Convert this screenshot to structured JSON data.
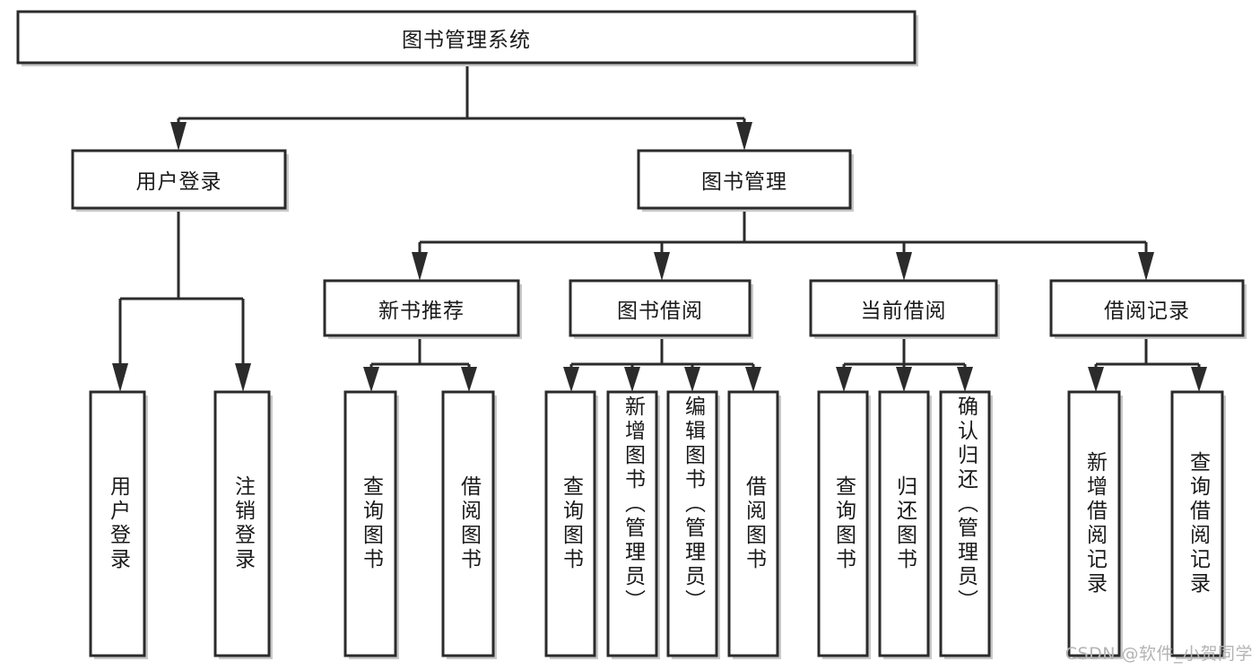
{
  "diagram": {
    "type": "tree-hierarchy-chart",
    "title": "图书管理系统",
    "root": {
      "id": "root",
      "label": "图书管理系统",
      "level": 0
    },
    "level1": [
      {
        "id": "user-login",
        "label": "用户登录"
      },
      {
        "id": "book-management",
        "label": "图书管理"
      }
    ],
    "level2": [
      {
        "id": "new-book-recommend",
        "label": "新书推荐",
        "parent": "book-management"
      },
      {
        "id": "book-borrow",
        "label": "图书借阅",
        "parent": "book-management"
      },
      {
        "id": "current-borrow",
        "label": "当前借阅",
        "parent": "book-management"
      },
      {
        "id": "borrow-record",
        "label": "借阅记录",
        "parent": "book-management"
      }
    ],
    "leaves": [
      {
        "id": "leaf-user-login",
        "label": "用户登录",
        "parent": "user-login"
      },
      {
        "id": "leaf-logout",
        "label": "注销登录",
        "parent": "user-login"
      },
      {
        "id": "leaf-query-book-1",
        "label": "查询图书",
        "parent": "new-book-recommend"
      },
      {
        "id": "leaf-borrow-book-1",
        "label": "借阅图书",
        "parent": "new-book-recommend"
      },
      {
        "id": "leaf-query-book-2",
        "label": "查询图书",
        "parent": "book-borrow"
      },
      {
        "id": "leaf-add-book",
        "label": "新增图书（管理员）",
        "parent": "book-borrow"
      },
      {
        "id": "leaf-edit-book",
        "label": "编辑图书（管理员）",
        "parent": "book-borrow"
      },
      {
        "id": "leaf-borrow-book-2",
        "label": "借阅图书",
        "parent": "book-borrow"
      },
      {
        "id": "leaf-query-book-3",
        "label": "查询图书",
        "parent": "current-borrow"
      },
      {
        "id": "leaf-return-book",
        "label": "归还图书",
        "parent": "current-borrow"
      },
      {
        "id": "leaf-confirm-return",
        "label": "确认归还（管理员）",
        "parent": "current-borrow"
      },
      {
        "id": "leaf-add-record",
        "label": "新增借阅记录",
        "parent": "borrow-record"
      },
      {
        "id": "leaf-query-record",
        "label": "查询借阅记录",
        "parent": "borrow-record"
      }
    ],
    "colors": {
      "box_stroke": "#2b2b2b",
      "box_fill": "#ffffff",
      "connector": "#2b2b2b",
      "text": "#1a1a1a",
      "background": "#ffffff",
      "watermark": "#b4b4b4"
    }
  },
  "watermark": {
    "text": "CSDN @软件_小贺同学"
  }
}
